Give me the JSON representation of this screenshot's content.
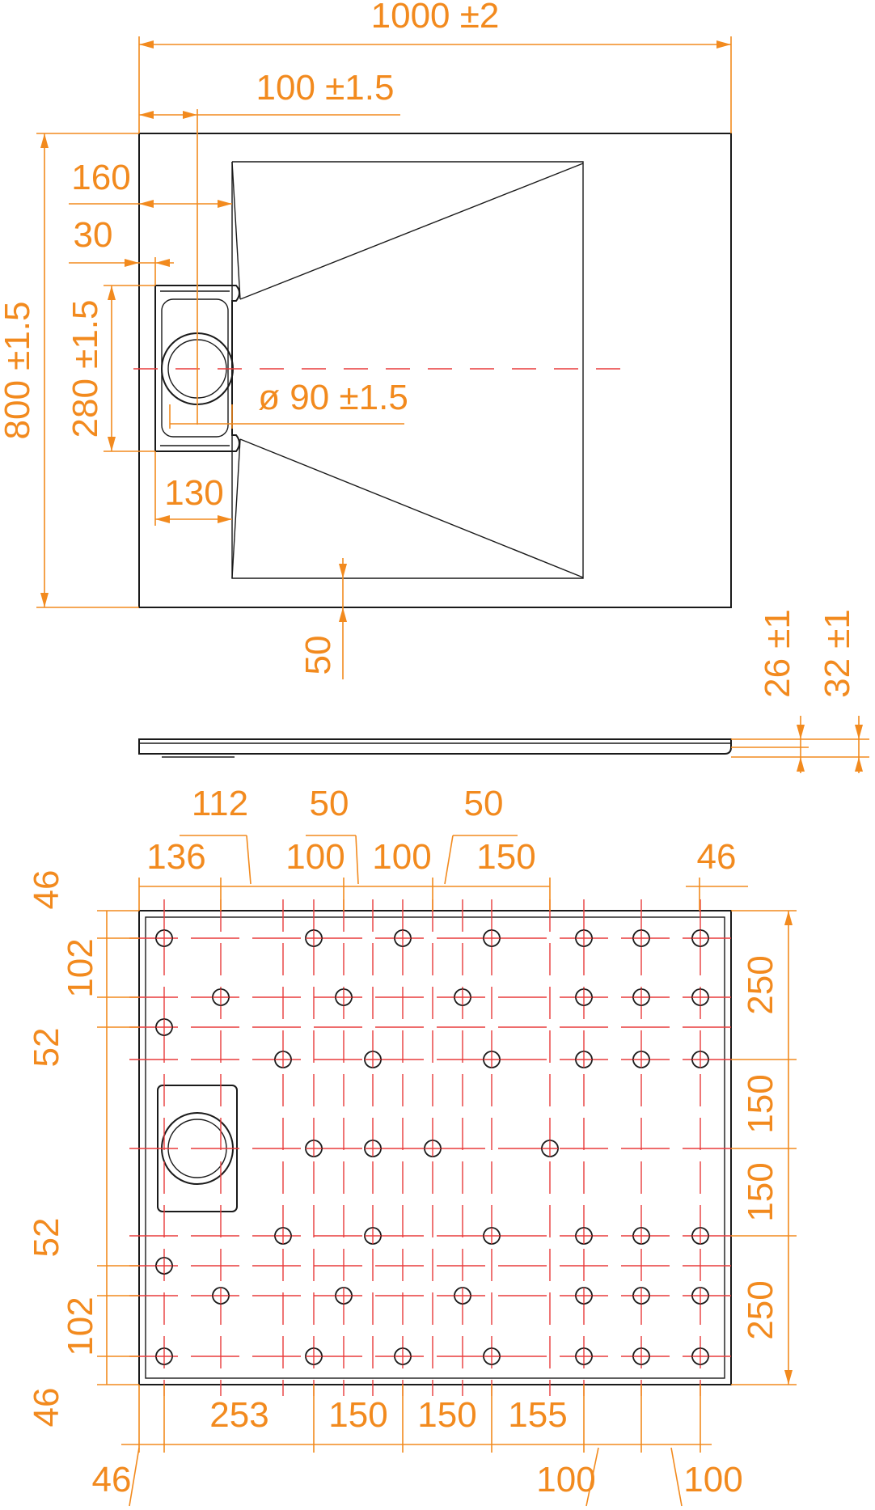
{
  "top_view": {
    "overall_width": "1000 ±2",
    "overall_depth": "800 ±1.5",
    "drain_center_offset": "100 ±1.5",
    "dim_160": "160",
    "dim_30": "30",
    "dim_280": "280 ±1.5",
    "drain_diameter": "ø 90 ±1.5",
    "dim_130": "130",
    "dim_50": "50"
  },
  "side_view": {
    "thickness_edge": "26 ±1",
    "thickness_total": "32 ±1"
  },
  "bottom_view": {
    "top_labels": [
      "112",
      "50",
      "50"
    ],
    "top_labels_row2": [
      "136",
      "100",
      "100",
      "150",
      "46"
    ],
    "left_labels": [
      "46",
      "102",
      "52",
      "52",
      "102",
      "46"
    ],
    "right_labels": [
      "250",
      "150",
      "150",
      "250"
    ],
    "bottom_labels_row1": [
      "253",
      "150",
      "150",
      "155"
    ],
    "bottom_labels_row2": [
      "46",
      "100",
      "100"
    ]
  }
}
